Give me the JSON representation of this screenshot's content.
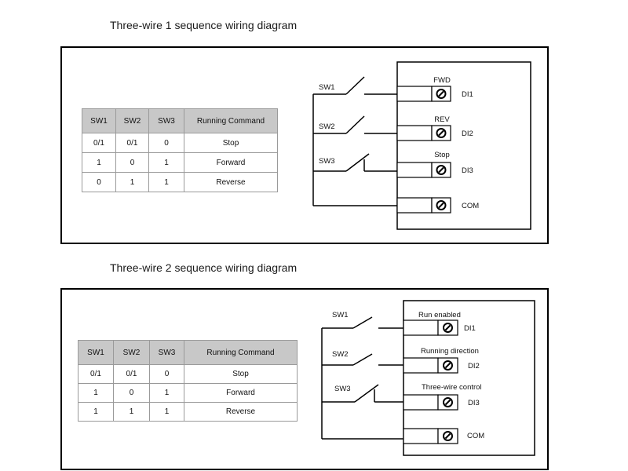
{
  "sections": [
    {
      "title": "Three-wire 1 sequence wiring diagram",
      "table": {
        "headers": [
          "SW1",
          "SW2",
          "SW3",
          "Running Command"
        ],
        "rows": [
          [
            "0/1",
            "0/1",
            "0",
            "Stop"
          ],
          [
            "1",
            "0",
            "1",
            "Forward"
          ],
          [
            "0",
            "1",
            "1",
            "Reverse"
          ]
        ]
      },
      "switches": [
        "SW1",
        "SW2",
        "SW3"
      ],
      "signals": [
        "FWD",
        "REV",
        "Stop",
        ""
      ],
      "terminals": [
        "DI1",
        "DI2",
        "DI3",
        "COM"
      ]
    },
    {
      "title": "Three-wire 2 sequence wiring diagram",
      "table": {
        "headers": [
          "SW1",
          "SW2",
          "SW3",
          "Running Command"
        ],
        "rows": [
          [
            "0/1",
            "0/1",
            "0",
            "Stop"
          ],
          [
            "1",
            "0",
            "1",
            "Forward"
          ],
          [
            "1",
            "1",
            "1",
            "Reverse"
          ]
        ]
      },
      "switches": [
        "SW1",
        "SW2",
        "SW3"
      ],
      "signals": [
        "Run enabled",
        "Running direction",
        "Three-wire control",
        ""
      ],
      "terminals": [
        "DI1",
        "DI2",
        "DI3",
        "COM"
      ]
    }
  ]
}
